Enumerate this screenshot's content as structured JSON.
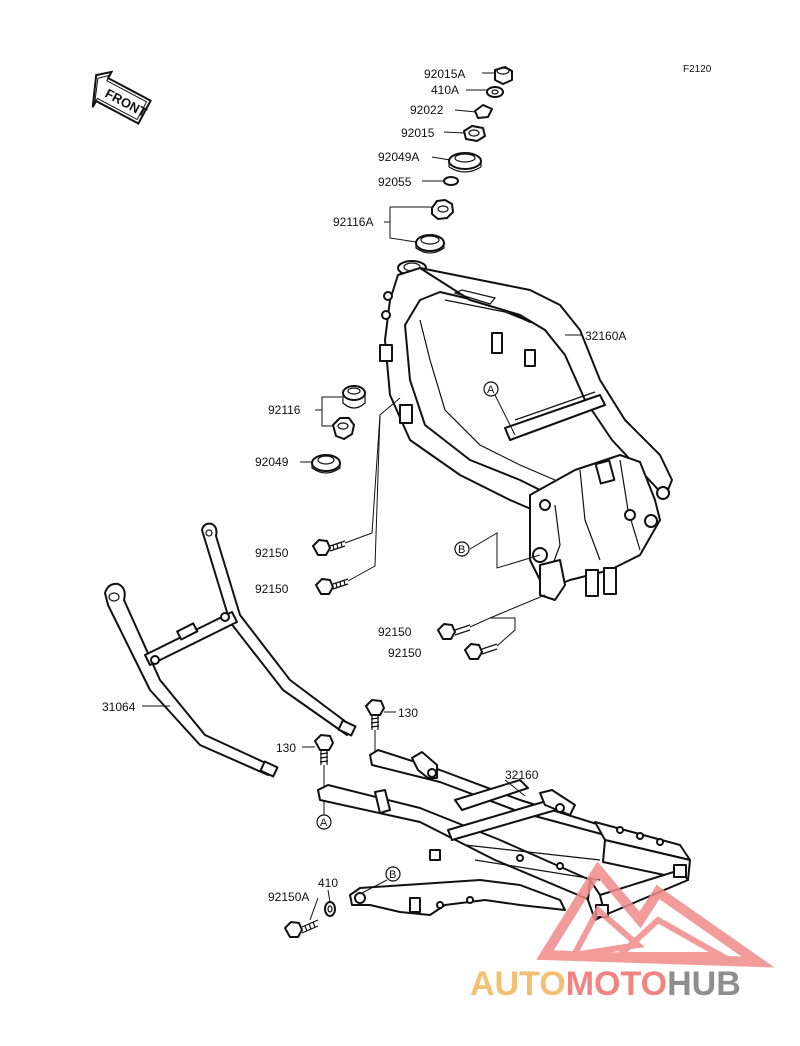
{
  "figure_code": "F2120",
  "front_label": "FRONT",
  "part_labels": {
    "p_92015A": "92015A",
    "p_410A": "410A",
    "p_92022": "92022",
    "p_92015": "92015",
    "p_92049A": "92049A",
    "p_92055": "92055",
    "p_92116A": "92116A",
    "p_32160A": "32160A",
    "p_92116": "92116",
    "p_92049": "92049",
    "p_92150_a": "92150",
    "p_92150_b": "92150",
    "p_92150_c": "92150",
    "p_92150_d": "92150",
    "p_31064": "31064",
    "p_130_a": "130",
    "p_130_b": "130",
    "p_32160": "32160",
    "p_410": "410",
    "p_92150A": "92150A"
  },
  "callouts": {
    "a_top": "A",
    "b_top": "B",
    "a_bottom": "A",
    "b_bottom": "B"
  },
  "watermark": {
    "part1": "AUTO",
    "part2": "MOTO",
    "part3": "HUB",
    "colors": {
      "auto": "#f2b45a",
      "moto": "#ef6f6c",
      "hub": "#7b7b7b",
      "logo": "#f08a8a"
    }
  }
}
